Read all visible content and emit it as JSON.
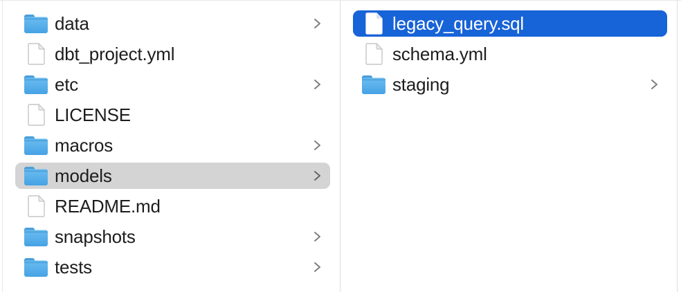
{
  "window": {
    "kind": "finder-column-view"
  },
  "colors": {
    "selection_blue": "#1763d8",
    "selection_gray": "#d4d4d5",
    "divider": "#dedede",
    "text": "#1d1d1f",
    "selected_text": "#ffffff",
    "chevron": "#7e7e82",
    "folder_blue_top": "#6cbdf1",
    "folder_blue_bottom": "#46a2e4",
    "folder_tab": "#4b9fda"
  },
  "icons": {
    "folder": "folder-icon",
    "document": "document-icon",
    "chevron": "chevron-right-icon"
  },
  "columns": [
    {
      "id": "left",
      "items": [
        {
          "label": "data",
          "type": "folder",
          "chevron": true,
          "selected": "none"
        },
        {
          "label": "dbt_project.yml",
          "type": "document",
          "chevron": false,
          "selected": "none"
        },
        {
          "label": "etc",
          "type": "folder",
          "chevron": true,
          "selected": "none"
        },
        {
          "label": "LICENSE",
          "type": "document",
          "chevron": false,
          "selected": "none"
        },
        {
          "label": "macros",
          "type": "folder",
          "chevron": true,
          "selected": "none"
        },
        {
          "label": "models",
          "type": "folder",
          "chevron": true,
          "selected": "gray"
        },
        {
          "label": "README.md",
          "type": "document",
          "chevron": false,
          "selected": "none"
        },
        {
          "label": "snapshots",
          "type": "folder",
          "chevron": true,
          "selected": "none"
        },
        {
          "label": "tests",
          "type": "folder",
          "chevron": true,
          "selected": "none"
        }
      ]
    },
    {
      "id": "right",
      "items": [
        {
          "label": "legacy_query.sql",
          "type": "document",
          "chevron": false,
          "selected": "blue"
        },
        {
          "label": "schema.yml",
          "type": "document",
          "chevron": false,
          "selected": "none"
        },
        {
          "label": "staging",
          "type": "folder",
          "chevron": true,
          "selected": "none"
        }
      ]
    }
  ]
}
